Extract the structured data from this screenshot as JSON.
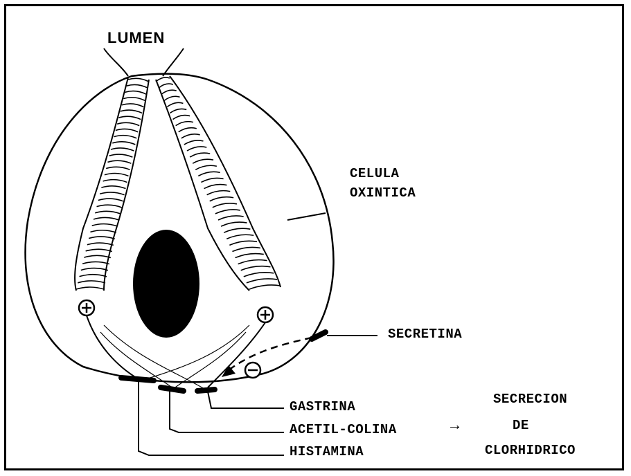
{
  "labels": {
    "lumen": "LUMEN",
    "cell_line1": "CELULA",
    "cell_line2": "OXINTICA",
    "secretina": "SECRETINA",
    "gastrina": "GASTRINA",
    "acetilcolina": "ACETIL-COLINA",
    "histamina": "HISTAMINA",
    "secrecion_line1": "SECRECION",
    "secrecion_line2": "DE",
    "secrecion_line3": "CLORHIDRICO",
    "arrow": "→",
    "plus_left": "+",
    "plus_right": "+",
    "minus": "−"
  },
  "colors": {
    "ink": "#000000",
    "paper": "#ffffff"
  }
}
